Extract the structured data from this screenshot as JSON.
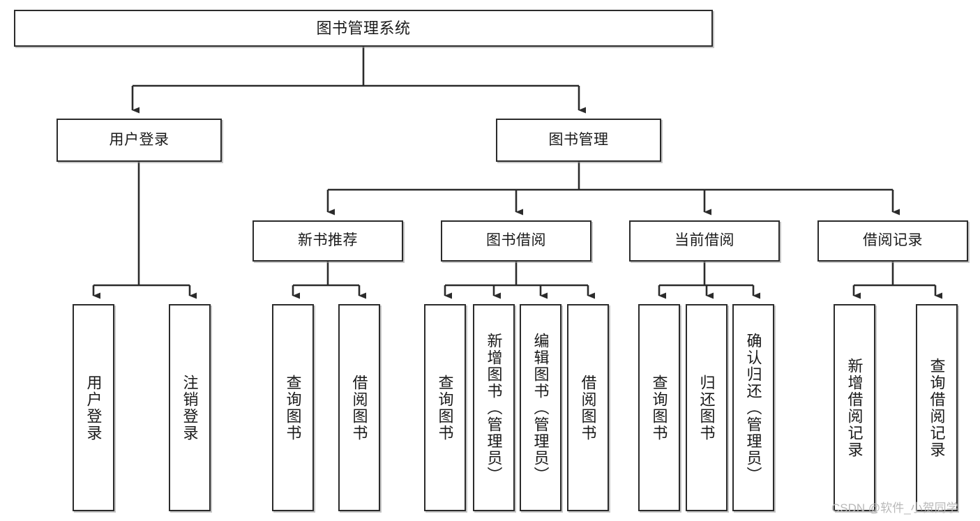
{
  "diagram": {
    "title": "图书管理系统",
    "watermark": "CSDN @软件_小贺同学",
    "accent_color": "#2b2b2b",
    "background_color": "#ffffff",
    "nodes": {
      "root": "图书管理系统",
      "user_login": "用户登录",
      "book_manage": "图书管理",
      "new_book_rec": "新书推荐",
      "book_borrow": "图书借阅",
      "current_borrow": "当前借阅",
      "borrow_record": "借阅记录",
      "leaf_user_login": "用户登录",
      "leaf_logout": "注销登录",
      "leaf_query_book_1": "查询图书",
      "leaf_borrow_book_1": "借阅图书",
      "leaf_query_book_2": "查询图书",
      "leaf_add_book_admin": "新增图书（管理员）",
      "leaf_edit_book_admin": "编辑图书（管理员）",
      "leaf_borrow_book_2": "借阅图书",
      "leaf_query_book_3": "查询图书",
      "leaf_return_book": "归还图书",
      "leaf_confirm_return_admin": "确认归还（管理员）",
      "leaf_add_borrow_record": "新增借阅记录",
      "leaf_query_borrow_record": "查询借阅记录"
    }
  }
}
